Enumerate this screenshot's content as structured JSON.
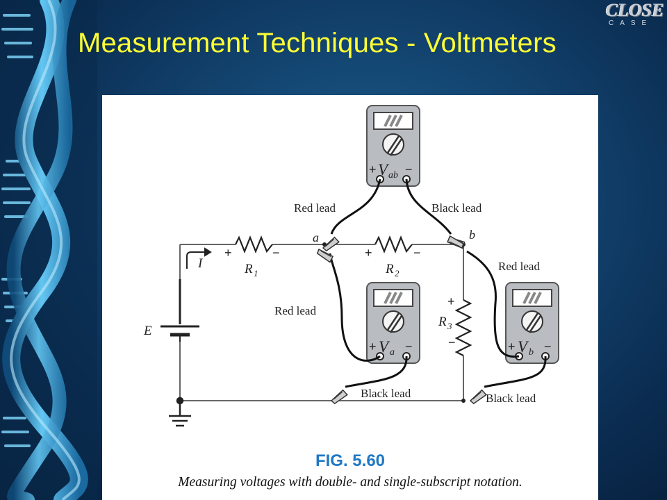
{
  "slide": {
    "title": "Measurement Techniques - Voltmeters",
    "logo": {
      "main": "CLOSE",
      "sub": "CASE"
    },
    "colors": {
      "title": "#ffff33",
      "background": "#134571",
      "caption_number": "#1f78c4"
    }
  },
  "figure": {
    "number": "FIG.  5.60",
    "caption": "Measuring voltages with double- and single-subscript notation.",
    "nodes": {
      "a": "a",
      "b": "b"
    },
    "current": "I",
    "source": "E",
    "resistors": [
      {
        "name": "R",
        "sub": "1"
      },
      {
        "name": "R",
        "sub": "2"
      },
      {
        "name": "R",
        "sub": "3"
      }
    ],
    "meters": [
      {
        "id": "vab",
        "symbol": "V",
        "sub": "ab"
      },
      {
        "id": "va",
        "symbol": "V",
        "sub": "a"
      },
      {
        "id": "vb",
        "symbol": "V",
        "sub": "b"
      }
    ],
    "leads": {
      "vab_red": "Red lead",
      "vab_black": "Black lead",
      "va_red": "Red lead",
      "va_black": "Black lead",
      "vb_red": "Red lead",
      "vb_black": "Black lead"
    },
    "signs": {
      "plus": "+",
      "minus": "−"
    }
  }
}
